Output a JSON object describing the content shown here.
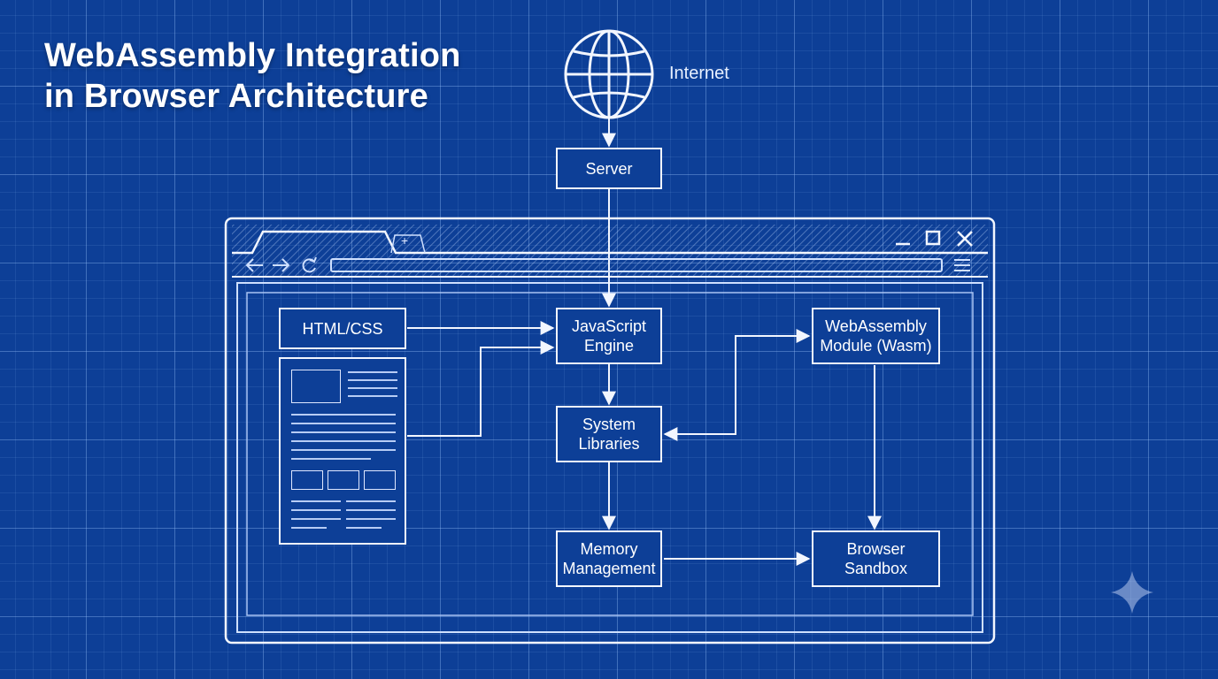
{
  "title": {
    "line1": "WebAssembly Integration",
    "line2": "in Browser Architecture"
  },
  "internet": {
    "label": "Internet",
    "icon": "globe-icon"
  },
  "browser_window": {
    "tab_new_symbol": "+",
    "controls": [
      "minimize-icon",
      "maximize-icon",
      "close-icon"
    ],
    "nav_icons": [
      "back-arrow-icon",
      "forward-arrow-icon",
      "reload-icon",
      "menu-icon"
    ]
  },
  "nodes": {
    "server": {
      "label": "Server"
    },
    "html_css": {
      "label": "HTML/CSS"
    },
    "js_engine": {
      "line1": "JavaScript",
      "line2": "Engine"
    },
    "wasm_module": {
      "line1": "WebAssembly",
      "line2": "Module (Wasm)"
    },
    "system_libraries": {
      "line1": "System",
      "line2": "Libraries"
    },
    "memory_management": {
      "line1": "Memory",
      "line2": "Management"
    },
    "browser_sandbox": {
      "line1": "Browser",
      "line2": "Sandbox"
    }
  },
  "edges": [
    {
      "from": "Internet",
      "to": "Server"
    },
    {
      "from": "Server",
      "to": "JavaScript Engine"
    },
    {
      "from": "HTML/CSS",
      "to": "JavaScript Engine"
    },
    {
      "from": "Document",
      "to": "JavaScript Engine"
    },
    {
      "from": "JavaScript Engine",
      "to": "System Libraries"
    },
    {
      "from": "System Libraries",
      "to": "WebAssembly Module (Wasm)",
      "bidirectional": true
    },
    {
      "from": "WebAssembly Module (Wasm)",
      "to": "Browser Sandbox"
    },
    {
      "from": "System Libraries",
      "to": "Memory Management"
    },
    {
      "from": "Memory Management",
      "to": "Browser Sandbox"
    }
  ],
  "colors": {
    "background": "#0d3f97",
    "line": "#f2f6ff",
    "text": "#ffffff"
  }
}
